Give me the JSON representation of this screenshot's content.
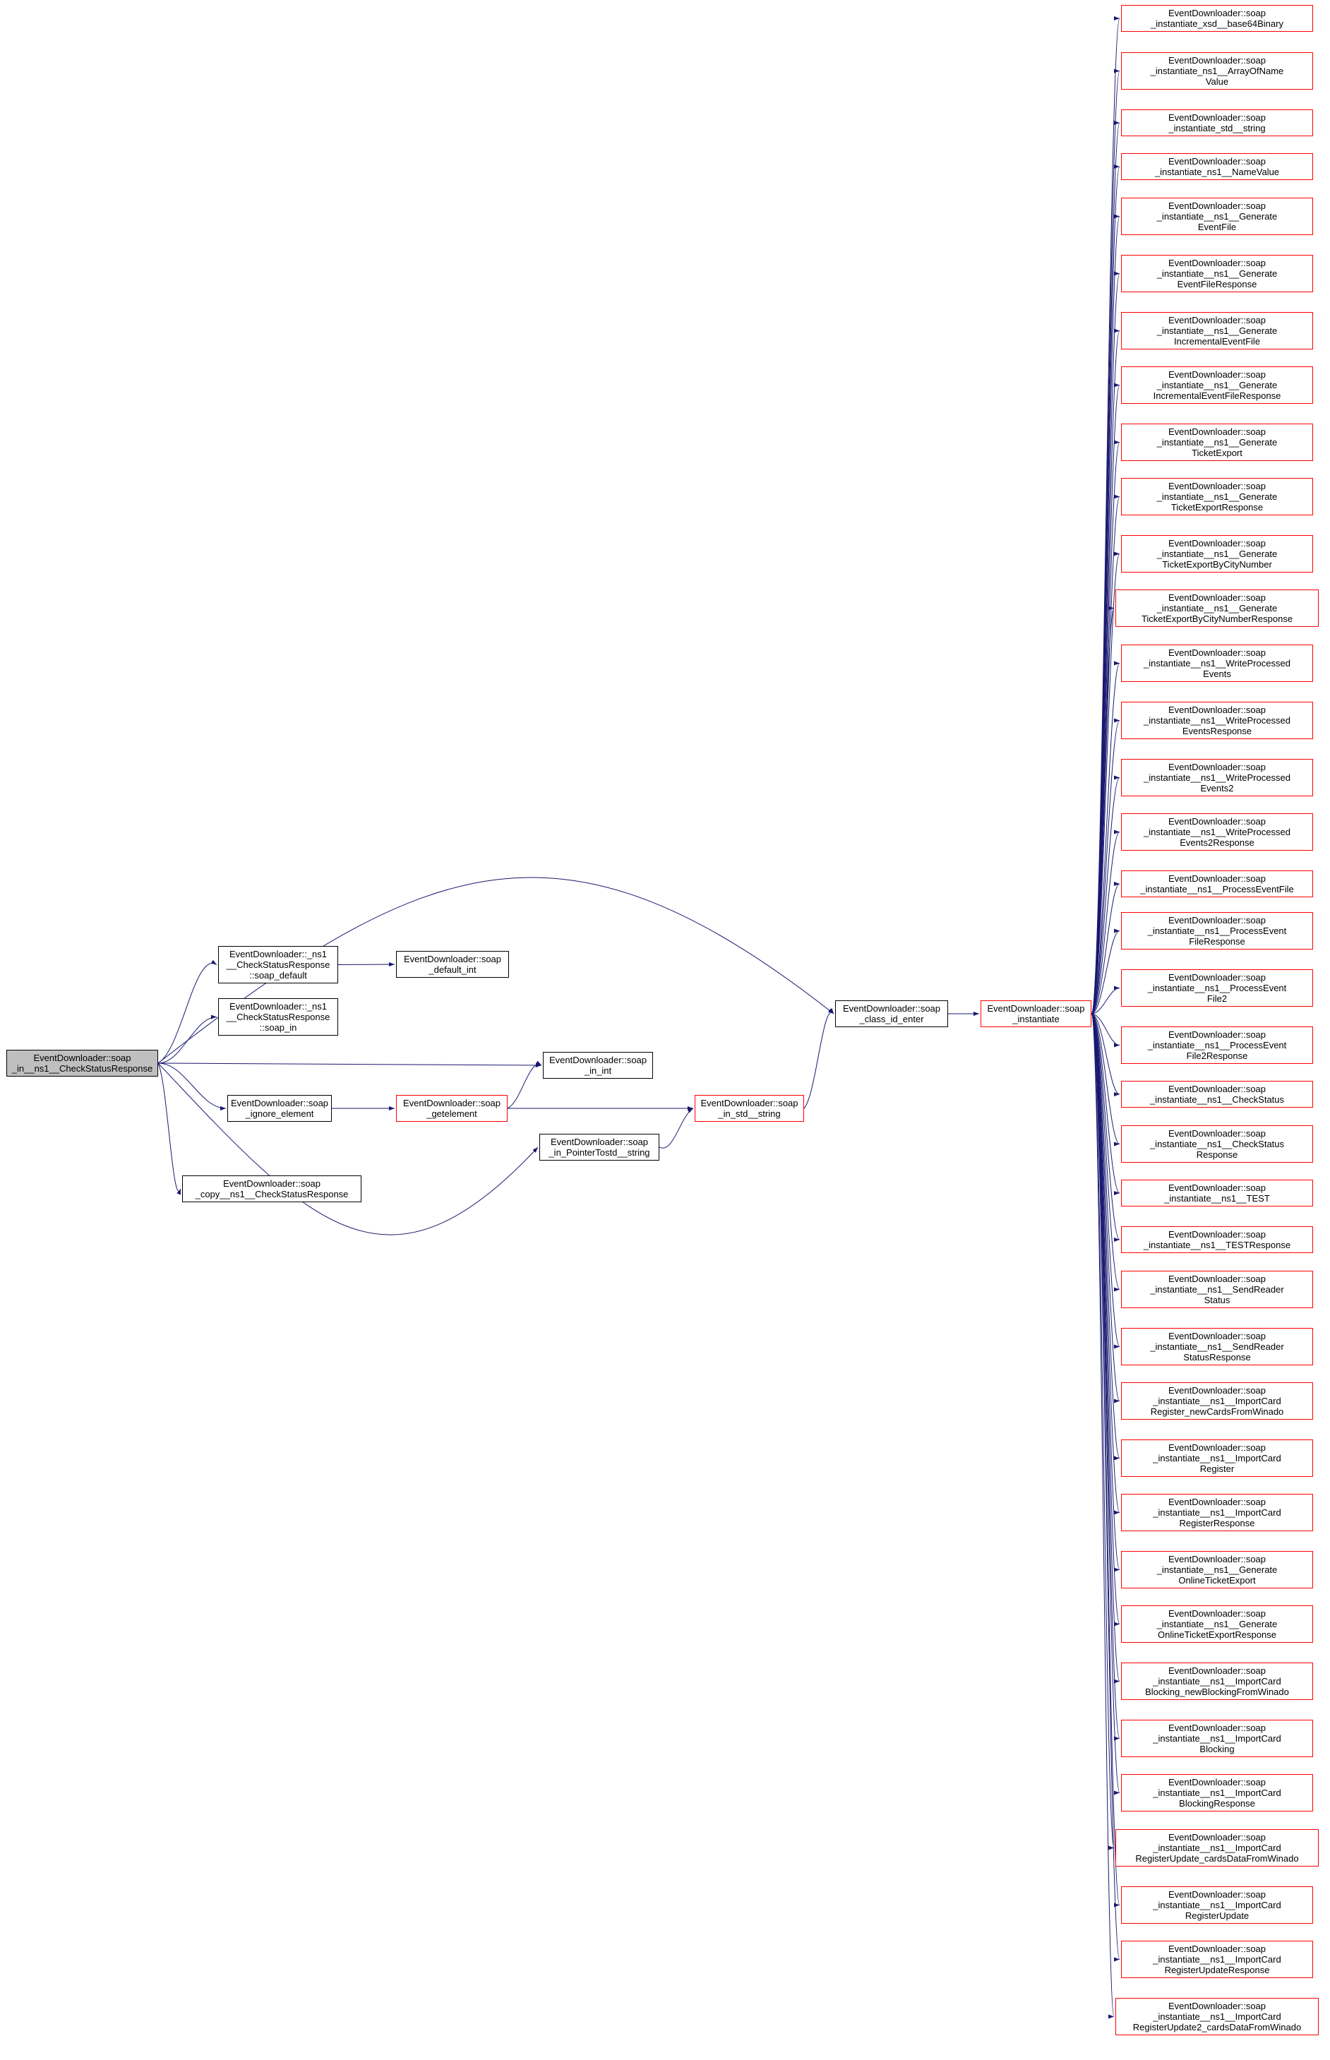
{
  "colors": {
    "edge": "#191970",
    "red_border": "#ff0000",
    "root_fill": "#bfbfbf",
    "node_border": "#000000"
  },
  "graph": {
    "nodes": {
      "root": {
        "label": [
          "EventDownloader::soap",
          "_in__ns1__CheckStatusResponse"
        ]
      },
      "clsDefault": {
        "label": [
          "EventDownloader::_ns1",
          "__CheckStatusResponse",
          "::soap_default"
        ]
      },
      "defaultInt": {
        "label": [
          "EventDownloader::soap",
          "_default_int"
        ]
      },
      "clsIn": {
        "label": [
          "EventDownloader::_ns1",
          "__CheckStatusResponse",
          "::soap_in"
        ]
      },
      "ignoreElement": {
        "label": [
          "EventDownloader::soap",
          "_ignore_element"
        ]
      },
      "getelement": {
        "label": [
          "EventDownloader::soap",
          "_getelement"
        ]
      },
      "inInt": {
        "label": [
          "EventDownloader::soap",
          "_in_int"
        ]
      },
      "inPointerTostd": {
        "label": [
          "EventDownloader::soap",
          "_in_PointerTostd__string"
        ]
      },
      "copy": {
        "label": [
          "EventDownloader::soap",
          "_copy__ns1__CheckStatusResponse"
        ]
      },
      "inStdString": {
        "label": [
          "EventDownloader::soap",
          "_in_std__string"
        ]
      },
      "classIdEnter": {
        "label": [
          "EventDownloader::soap",
          "_class_id_enter"
        ]
      },
      "instantiate": {
        "label": [
          "EventDownloader::soap",
          "_instantiate"
        ]
      },
      "r1": {
        "label": [
          "EventDownloader::soap",
          "_instantiate_xsd__base64Binary"
        ]
      },
      "r2": {
        "label": [
          "EventDownloader::soap",
          "_instantiate_ns1__ArrayOfName",
          "Value"
        ]
      },
      "r3": {
        "label": [
          "EventDownloader::soap",
          "_instantiate_std__string"
        ]
      },
      "r4": {
        "label": [
          "EventDownloader::soap",
          "_instantiate_ns1__NameValue"
        ]
      },
      "r5": {
        "label": [
          "EventDownloader::soap",
          "_instantiate__ns1__Generate",
          "EventFile"
        ]
      },
      "r6": {
        "label": [
          "EventDownloader::soap",
          "_instantiate__ns1__Generate",
          "EventFileResponse"
        ]
      },
      "r7": {
        "label": [
          "EventDownloader::soap",
          "_instantiate__ns1__Generate",
          "IncrementalEventFile"
        ]
      },
      "r8": {
        "label": [
          "EventDownloader::soap",
          "_instantiate__ns1__Generate",
          "IncrementalEventFileResponse"
        ]
      },
      "r9": {
        "label": [
          "EventDownloader::soap",
          "_instantiate__ns1__Generate",
          "TicketExport"
        ]
      },
      "r10": {
        "label": [
          "EventDownloader::soap",
          "_instantiate__ns1__Generate",
          "TicketExportResponse"
        ]
      },
      "r11": {
        "label": [
          "EventDownloader::soap",
          "_instantiate__ns1__Generate",
          "TicketExportByCityNumber"
        ]
      },
      "r12": {
        "label": [
          "EventDownloader::soap",
          "_instantiate__ns1__Generate",
          "TicketExportByCityNumberResponse"
        ]
      },
      "r13": {
        "label": [
          "EventDownloader::soap",
          "_instantiate__ns1__WriteProcessed",
          "Events"
        ]
      },
      "r14": {
        "label": [
          "EventDownloader::soap",
          "_instantiate__ns1__WriteProcessed",
          "EventsResponse"
        ]
      },
      "r15": {
        "label": [
          "EventDownloader::soap",
          "_instantiate__ns1__WriteProcessed",
          "Events2"
        ]
      },
      "r16": {
        "label": [
          "EventDownloader::soap",
          "_instantiate__ns1__WriteProcessed",
          "Events2Response"
        ]
      },
      "r17": {
        "label": [
          "EventDownloader::soap",
          "_instantiate__ns1__ProcessEventFile"
        ]
      },
      "r18": {
        "label": [
          "EventDownloader::soap",
          "_instantiate__ns1__ProcessEvent",
          "FileResponse"
        ]
      },
      "r19": {
        "label": [
          "EventDownloader::soap",
          "_instantiate__ns1__ProcessEvent",
          "File2"
        ]
      },
      "r20": {
        "label": [
          "EventDownloader::soap",
          "_instantiate__ns1__ProcessEvent",
          "File2Response"
        ]
      },
      "r21": {
        "label": [
          "EventDownloader::soap",
          "_instantiate__ns1__CheckStatus"
        ]
      },
      "r22": {
        "label": [
          "EventDownloader::soap",
          "_instantiate__ns1__CheckStatus",
          "Response"
        ]
      },
      "r23": {
        "label": [
          "EventDownloader::soap",
          "_instantiate__ns1__TEST"
        ]
      },
      "r24": {
        "label": [
          "EventDownloader::soap",
          "_instantiate__ns1__TESTResponse"
        ]
      },
      "r25": {
        "label": [
          "EventDownloader::soap",
          "_instantiate__ns1__SendReader",
          "Status"
        ]
      },
      "r26": {
        "label": [
          "EventDownloader::soap",
          "_instantiate__ns1__SendReader",
          "StatusResponse"
        ]
      },
      "r27": {
        "label": [
          "EventDownloader::soap",
          "_instantiate__ns1__ImportCard",
          "Register_newCardsFromWinado"
        ]
      },
      "r28": {
        "label": [
          "EventDownloader::soap",
          "_instantiate__ns1__ImportCard",
          "Register"
        ]
      },
      "r29": {
        "label": [
          "EventDownloader::soap",
          "_instantiate__ns1__ImportCard",
          "RegisterResponse"
        ]
      },
      "r30": {
        "label": [
          "EventDownloader::soap",
          "_instantiate__ns1__Generate",
          "OnlineTicketExport"
        ]
      },
      "r31": {
        "label": [
          "EventDownloader::soap",
          "_instantiate__ns1__Generate",
          "OnlineTicketExportResponse"
        ]
      },
      "r32": {
        "label": [
          "EventDownloader::soap",
          "_instantiate__ns1__ImportCard",
          "Blocking_newBlockingFromWinado"
        ]
      },
      "r33": {
        "label": [
          "EventDownloader::soap",
          "_instantiate__ns1__ImportCard",
          "Blocking"
        ]
      },
      "r34": {
        "label": [
          "EventDownloader::soap",
          "_instantiate__ns1__ImportCard",
          "BlockingResponse"
        ]
      },
      "r35": {
        "label": [
          "EventDownloader::soap",
          "_instantiate__ns1__ImportCard",
          "RegisterUpdate_cardsDataFromWinado"
        ]
      },
      "r36": {
        "label": [
          "EventDownloader::soap",
          "_instantiate__ns1__ImportCard",
          "RegisterUpdate"
        ]
      },
      "r37": {
        "label": [
          "EventDownloader::soap",
          "_instantiate__ns1__ImportCard",
          "RegisterUpdateResponse"
        ]
      },
      "r38": {
        "label": [
          "EventDownloader::soap",
          "_instantiate__ns1__ImportCard",
          "RegisterUpdate2_cardsDataFromWinado"
        ]
      }
    },
    "edges": [
      {
        "from": "root",
        "to": "clsDefault"
      },
      {
        "from": "root",
        "to": "clsIn"
      },
      {
        "from": "root",
        "to": "ignoreElement"
      },
      {
        "from": "root",
        "to": "inInt"
      },
      {
        "from": "root",
        "to": "inPointerTostd"
      },
      {
        "from": "root",
        "to": "copy"
      },
      {
        "from": "root",
        "to": "classIdEnter"
      },
      {
        "from": "clsDefault",
        "to": "defaultInt"
      },
      {
        "from": "ignoreElement",
        "to": "getelement"
      },
      {
        "from": "getelement",
        "to": "inInt"
      },
      {
        "from": "getelement",
        "to": "inStdString"
      },
      {
        "from": "inPointerTostd",
        "to": "inStdString"
      },
      {
        "from": "inStdString",
        "to": "classIdEnter"
      },
      {
        "from": "classIdEnter",
        "to": "instantiate"
      },
      {
        "from": "instantiate",
        "to": "r1"
      },
      {
        "from": "instantiate",
        "to": "r2"
      },
      {
        "from": "instantiate",
        "to": "r3"
      },
      {
        "from": "instantiate",
        "to": "r4"
      },
      {
        "from": "instantiate",
        "to": "r5"
      },
      {
        "from": "instantiate",
        "to": "r6"
      },
      {
        "from": "instantiate",
        "to": "r7"
      },
      {
        "from": "instantiate",
        "to": "r8"
      },
      {
        "from": "instantiate",
        "to": "r9"
      },
      {
        "from": "instantiate",
        "to": "r10"
      },
      {
        "from": "instantiate",
        "to": "r11"
      },
      {
        "from": "instantiate",
        "to": "r12"
      },
      {
        "from": "instantiate",
        "to": "r13"
      },
      {
        "from": "instantiate",
        "to": "r14"
      },
      {
        "from": "instantiate",
        "to": "r15"
      },
      {
        "from": "instantiate",
        "to": "r16"
      },
      {
        "from": "instantiate",
        "to": "r17"
      },
      {
        "from": "instantiate",
        "to": "r18"
      },
      {
        "from": "instantiate",
        "to": "r19"
      },
      {
        "from": "instantiate",
        "to": "r20"
      },
      {
        "from": "instantiate",
        "to": "r21"
      },
      {
        "from": "instantiate",
        "to": "r22"
      },
      {
        "from": "instantiate",
        "to": "r23"
      },
      {
        "from": "instantiate",
        "to": "r24"
      },
      {
        "from": "instantiate",
        "to": "r25"
      },
      {
        "from": "instantiate",
        "to": "r26"
      },
      {
        "from": "instantiate",
        "to": "r27"
      },
      {
        "from": "instantiate",
        "to": "r28"
      },
      {
        "from": "instantiate",
        "to": "r29"
      },
      {
        "from": "instantiate",
        "to": "r30"
      },
      {
        "from": "instantiate",
        "to": "r31"
      },
      {
        "from": "instantiate",
        "to": "r32"
      },
      {
        "from": "instantiate",
        "to": "r33"
      },
      {
        "from": "instantiate",
        "to": "r34"
      },
      {
        "from": "instantiate",
        "to": "r35"
      },
      {
        "from": "instantiate",
        "to": "r36"
      },
      {
        "from": "instantiate",
        "to": "r37"
      },
      {
        "from": "instantiate",
        "to": "r38"
      }
    ]
  }
}
